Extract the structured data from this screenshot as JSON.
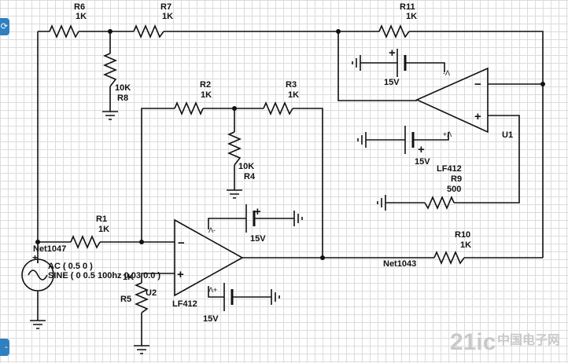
{
  "resistors": {
    "r6": {
      "name": "R6",
      "value": "1K"
    },
    "r7": {
      "name": "R7",
      "value": "1K"
    },
    "r11": {
      "name": "R11",
      "value": "1K"
    },
    "r8": {
      "name": "R8",
      "value": "10K"
    },
    "r2": {
      "name": "R2",
      "value": "1K"
    },
    "r3": {
      "name": "R3",
      "value": "1K"
    },
    "r4": {
      "name": "R4",
      "value": "10K"
    },
    "r1": {
      "name": "R1",
      "value": "1K"
    },
    "r10": {
      "name": "R10",
      "value": "1K"
    },
    "r9": {
      "name": "R9",
      "value": "500"
    },
    "r5": {
      "name": "R5",
      "value": "1K"
    }
  },
  "opamps": {
    "u1": {
      "name": "U1",
      "part": "LF412",
      "minus": "−",
      "plus": "+",
      "vneg_pin": "-Λ",
      "vpos_pin": "+Λ"
    },
    "u2": {
      "name": "U2",
      "part": "LF412",
      "minus": "−",
      "plus": "+",
      "vneg_pin": "Λ-",
      "vpos_pin": "Λ+"
    }
  },
  "supplies": {
    "u1_top": {
      "voltage": "15V",
      "sign": "+"
    },
    "u1_bottom": {
      "voltage": "15V",
      "sign": "+"
    },
    "u2_top": {
      "voltage": "15V",
      "sign": "+"
    },
    "u2_bottom": {
      "voltage": "15V"
    }
  },
  "source": {
    "plus": "+",
    "ac": "AC ( 0.5 0 )",
    "sine": "SINE ( 0 0.5 100hz 0.03 0.0 )"
  },
  "nets": {
    "net1047": "Net1047",
    "net1043": "Net1043"
  },
  "watermark": {
    "text": "21ic",
    "cn": "中国电子网"
  },
  "sidebar": {
    "top_icon": "refresh-icon",
    "bottom_icon": "minus-icon",
    "top_glyph": "⟳",
    "bottom_glyph": "-"
  }
}
